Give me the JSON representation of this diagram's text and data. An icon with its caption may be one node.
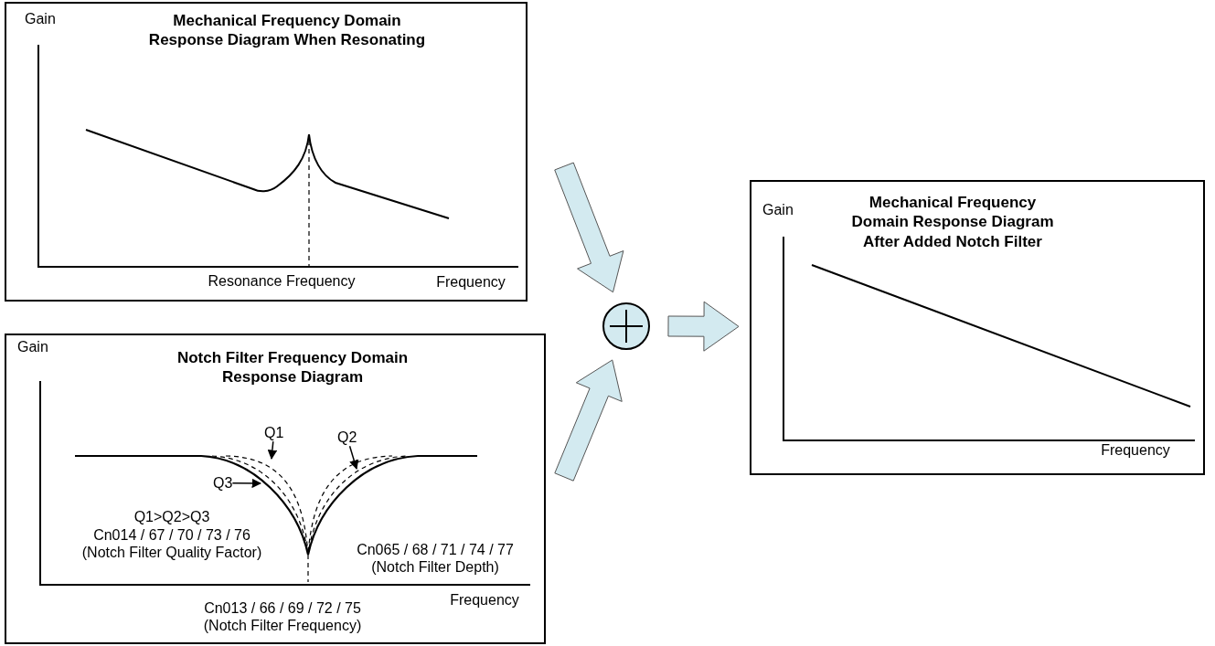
{
  "diagram": {
    "nodes": [
      {
        "text": [
          "Gain",
          "Mechanical Frequency Domain Response Diagram When Resonating",
          "Resonance Frequency",
          "Frequency"
        ]
      },
      {
        "text": [
          "Gain",
          "Notch Filter Frequency Domain Response Diagram",
          "Q1>Q2>Q3",
          "Cn014 / 67 / 70 / 73 / 76 (Notch Filter Quality Factor)",
          "Cn065 / 68 / 71 / 74 / 77 (Notch Filter Depth)",
          "Frequency",
          "Cn013 / 66 / 69 / 72 / 75 (Notch Filter Frequency)"
        ]
      },
      {
        "text": [],
        "shape": "circle"
      },
      {
        "text": [
          "Gain",
          "Mechanical Frequency Domain Response Diagram After Added Notch Filter",
          "Frequency"
        ]
      },
      {
        "text": [
          "Q1"
        ],
        "in": 1
      },
      {
        "text": [
          "Q2"
        ],
        "in": 1
      },
      {
        "text": [
          "Q3"
        ],
        "in": 1
      }
    ],
    "edges": [
      {
        "from": 0,
        "to": 2,
        "arrow": "to",
        "style": "thick"
      },
      {
        "from": 1,
        "to": 2,
        "arrow": "to",
        "style": "thick"
      },
      {
        "from": 2,
        "to": 3,
        "arrow": "to",
        "style": "thick"
      },
      {
        "from": 4,
        "to": null,
        "arrow": "to"
      },
      {
        "from": 5,
        "to": null,
        "arrow": "to"
      },
      {
        "from": 6,
        "to": null,
        "arrow": "to"
      }
    ]
  }
}
